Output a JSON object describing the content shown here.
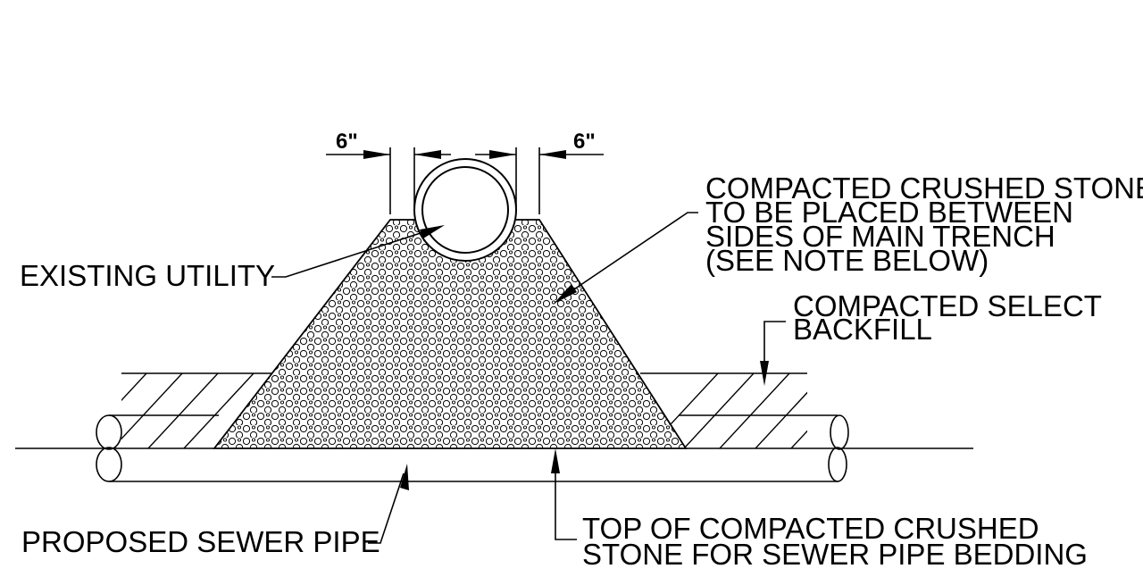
{
  "dimensions": {
    "left_clearance": "6\"",
    "right_clearance": "6\""
  },
  "labels": {
    "existing_utility": "EXISTING UTILITY",
    "crushed_stone": [
      "COMPACTED CRUSHED STONE",
      "TO BE PLACED BETWEEN",
      "SIDES OF MAIN TRENCH",
      "(SEE NOTE BELOW)"
    ],
    "select_backfill": [
      "COMPACTED SELECT",
      "BACKFILL"
    ],
    "sewer_pipe": "PROPOSED SEWER PIPE",
    "bedding_top": [
      "TOP OF COMPACTED CRUSHED",
      "STONE FOR SEWER PIPE BEDDING"
    ]
  }
}
